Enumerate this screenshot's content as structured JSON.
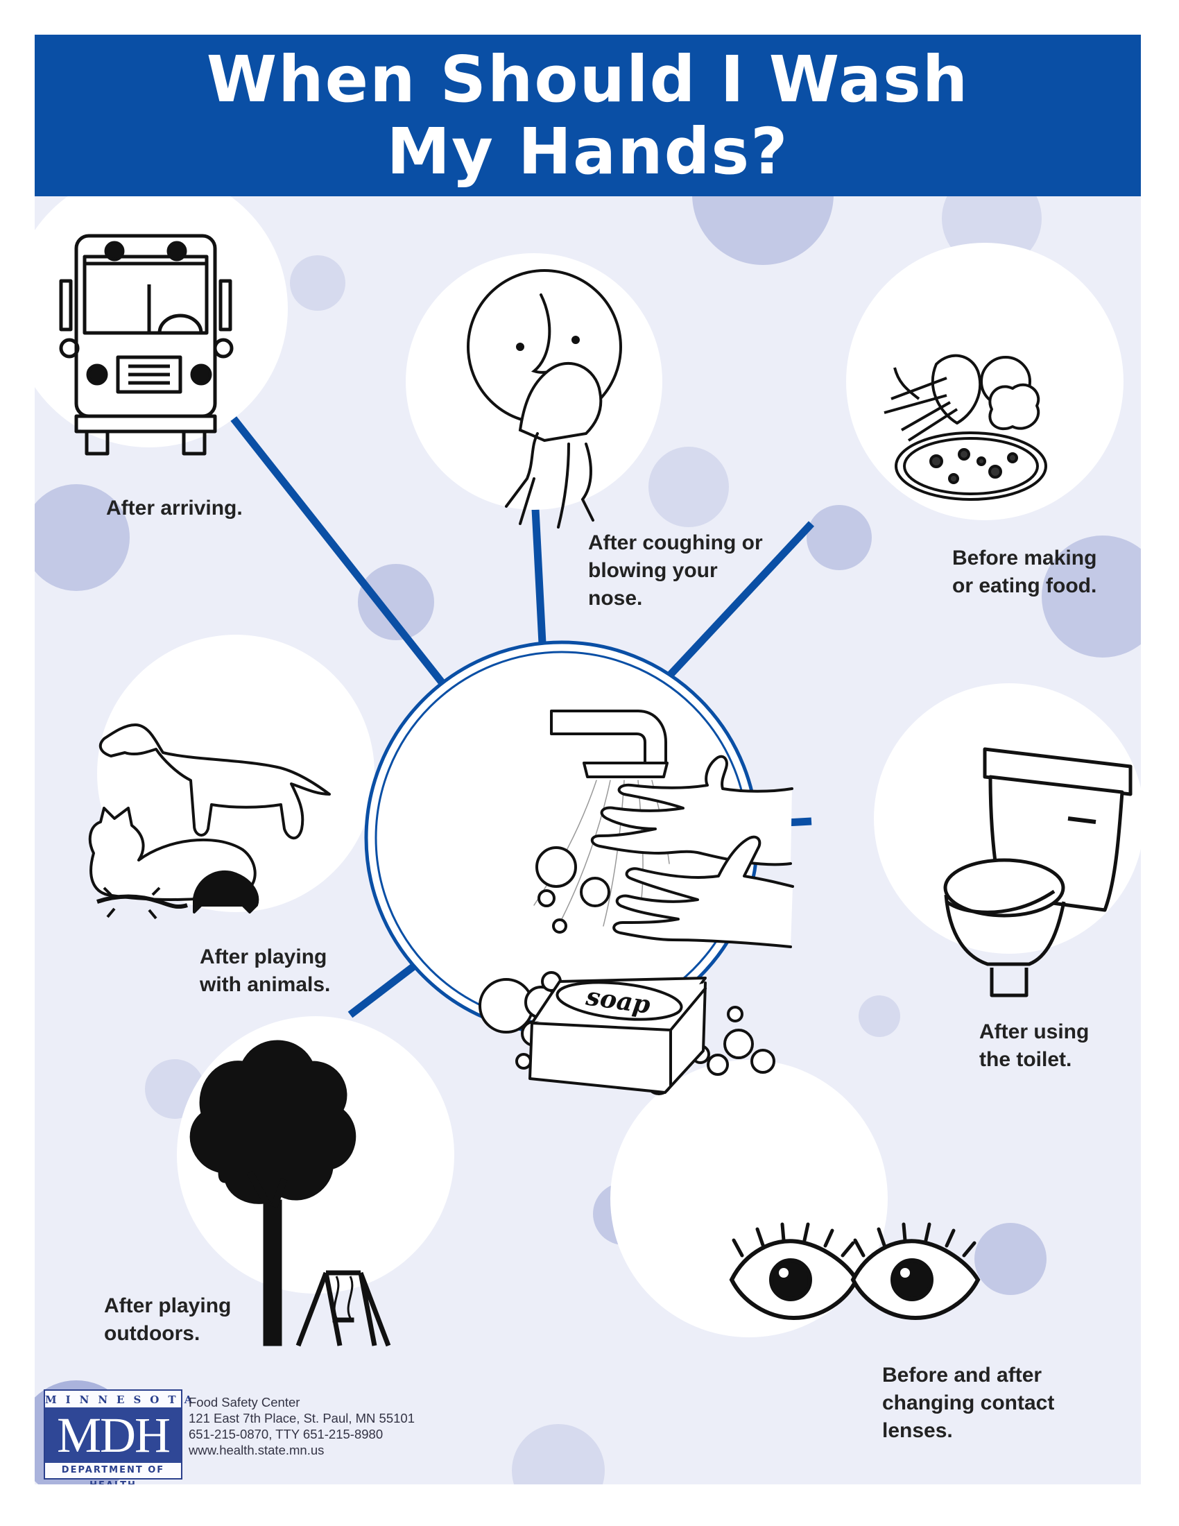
{
  "title": {
    "line1": "When Should I Wash",
    "line2": "My Hands?"
  },
  "captions": {
    "arriving": [
      "After arriving."
    ],
    "coughing": [
      "After coughing or",
      "blowing your",
      "nose."
    ],
    "food": [
      "Before making",
      "or eating food."
    ],
    "animals": [
      "After playing",
      "with animals."
    ],
    "toilet": [
      "After using",
      "the toilet."
    ],
    "outdoors": [
      "After playing",
      "outdoors."
    ],
    "lenses": [
      "Before and after",
      "changing contact",
      "lenses."
    ]
  },
  "soap_label": "soap",
  "logo": {
    "top": "MINNESOTA",
    "mid": "MDH",
    "bottom": "DEPARTMENT OF HEALTH"
  },
  "address": {
    "line1": "Food Safety Center",
    "line2": "121 East 7th Place, St. Paul, MN  55101",
    "line3": "651-215-0870, TTY 651-215-8980",
    "line4": "www.health.state.mn.us"
  },
  "colors": {
    "header_blue": "#0a4fa5",
    "spoke_blue": "#0a4fa5",
    "poster_background": "#eceef8",
    "bubble_light": "#d6daee",
    "bubble_medium": "#c3c9e6",
    "logo_navy": "#2f4796"
  },
  "icons": [
    "school-bus-icon",
    "person-blowing-nose-icon",
    "food-icon",
    "animals-icon",
    "toilet-icon",
    "tree-swing-icon",
    "eyes-icon",
    "handwashing-icon"
  ]
}
